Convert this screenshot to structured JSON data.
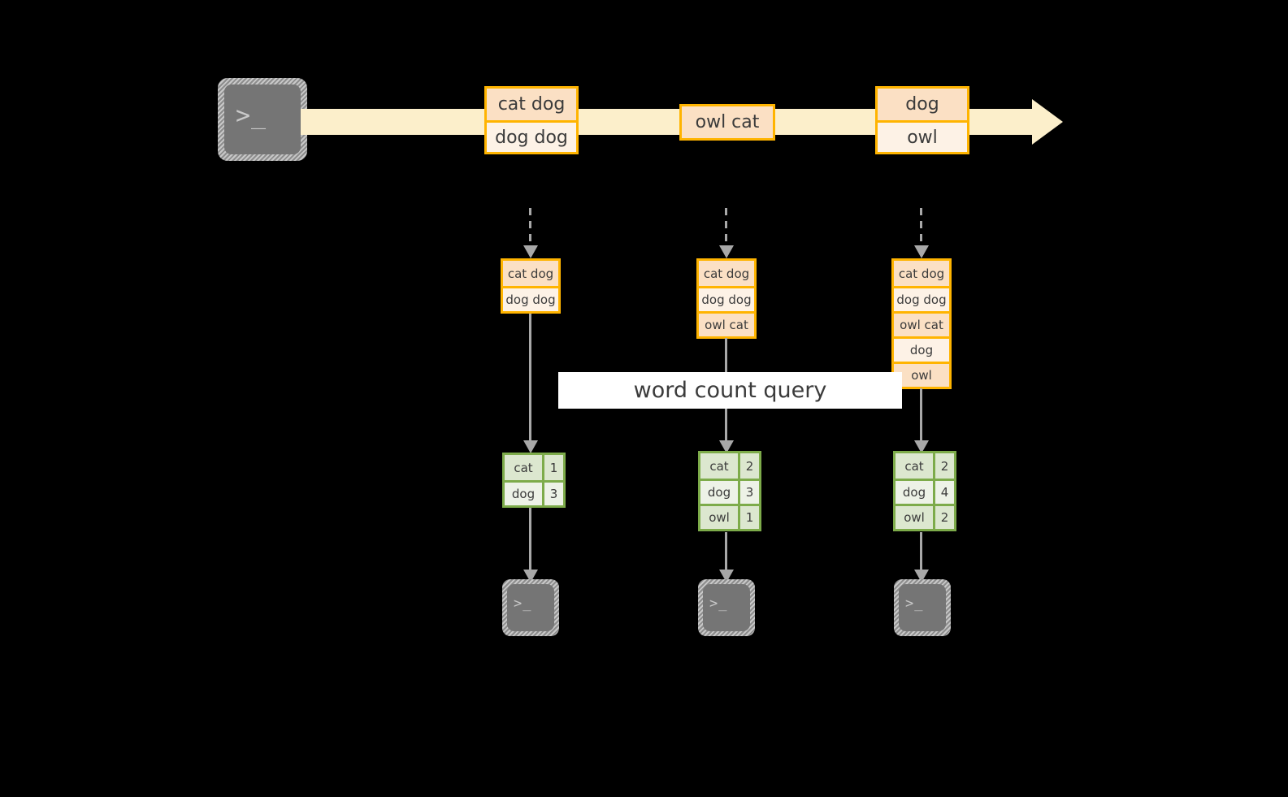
{
  "diagram": {
    "title": "word count query over a record stream",
    "colors": {
      "background": "#000000",
      "stream_fill": "#FCEFCB",
      "record_border": "#FFB400",
      "record_fill_dark": "#FBE0C4",
      "record_fill_light": "#FDF2E6",
      "table_border": "#7DAB4A",
      "table_fill_shade": "#DCE7CF",
      "table_fill_plain": "#EDF2E7",
      "arrow_gray": "#A8A8A8",
      "terminal_body": "#757575",
      "label_background": "#FFFFFF",
      "text": "#3B3B3B"
    },
    "query_label": "word count query",
    "source": {
      "icon": "terminal-icon",
      "glyph": ">_"
    },
    "stream": {
      "groups": [
        {
          "name": "batch-1",
          "records": [
            "cat dog",
            "dog dog"
          ]
        },
        {
          "name": "batch-2",
          "records": [
            "owl cat"
          ]
        },
        {
          "name": "batch-3",
          "records": [
            "dog",
            "owl"
          ]
        }
      ]
    },
    "snapshots": [
      {
        "name": "snapshot-1",
        "accumulated_records": [
          "cat dog",
          "dog dog"
        ],
        "result": {
          "rows": [
            {
              "word": "cat",
              "count": "1"
            },
            {
              "word": "dog",
              "count": "3"
            }
          ]
        },
        "sink": {
          "icon": "terminal-icon",
          "glyph": ">_"
        }
      },
      {
        "name": "snapshot-2",
        "accumulated_records": [
          "cat dog",
          "dog dog",
          "owl cat"
        ],
        "result": {
          "rows": [
            {
              "word": "cat",
              "count": "2"
            },
            {
              "word": "dog",
              "count": "3"
            },
            {
              "word": "owl",
              "count": "1"
            }
          ]
        },
        "sink": {
          "icon": "terminal-icon",
          "glyph": ">_"
        }
      },
      {
        "name": "snapshot-3",
        "accumulated_records": [
          "cat dog",
          "dog dog",
          "owl cat",
          "dog",
          "owl"
        ],
        "result": {
          "rows": [
            {
              "word": "cat",
              "count": "2"
            },
            {
              "word": "dog",
              "count": "4"
            },
            {
              "word": "owl",
              "count": "2"
            }
          ]
        },
        "sink": {
          "icon": "terminal-icon",
          "glyph": ">_"
        }
      }
    ]
  }
}
